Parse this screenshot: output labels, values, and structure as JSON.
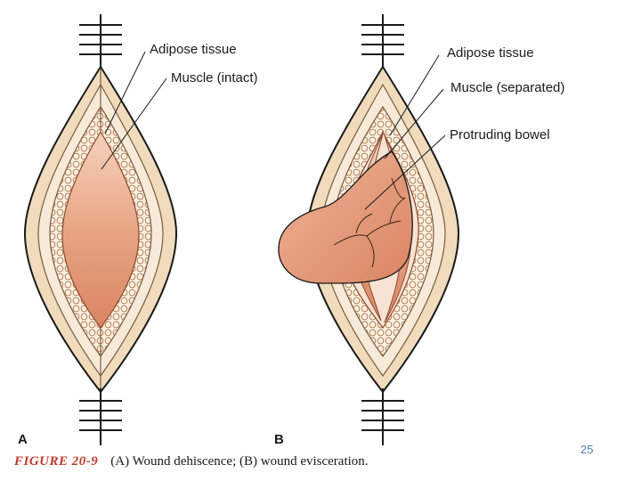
{
  "figure": {
    "panel_a": {
      "letter": "A",
      "labels": [
        "Adipose tissue",
        "Muscle (intact)"
      ]
    },
    "panel_b": {
      "letter": "B",
      "labels": [
        "Adipose tissue",
        "Muscle (separated)",
        "Protruding bowel"
      ]
    },
    "caption_number": "FIGURE 20-9",
    "caption_text": "(A) Wound dehiscence; (B) wound evisceration.",
    "page_number": "25"
  },
  "colors": {
    "skin": "#f0dcbc",
    "adipose": "#f7ead8",
    "tissue_edge": "#7a5a3c",
    "muscle": "#e6a17e",
    "bowel": "#e3977a",
    "caption_red": "#c0392b",
    "page_number_blue": "#4a7fb0"
  }
}
